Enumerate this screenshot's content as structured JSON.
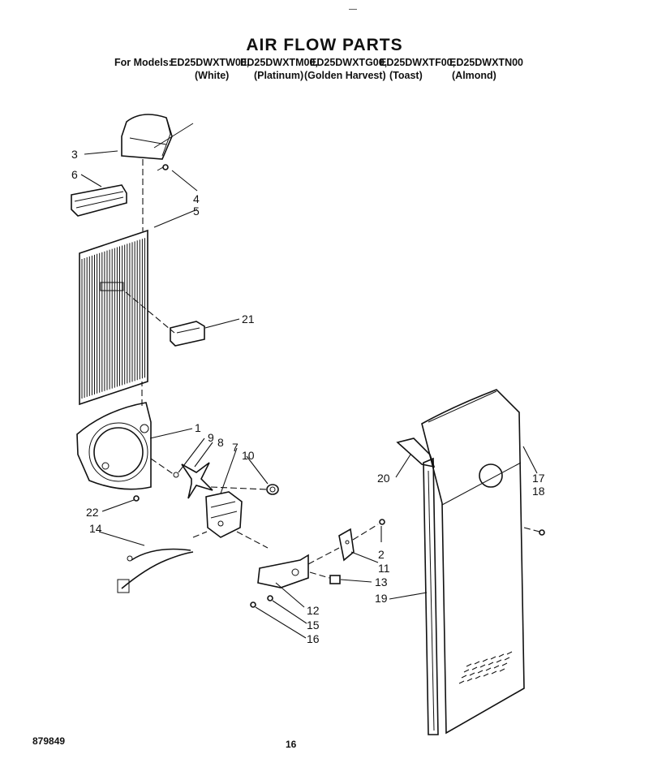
{
  "header": {
    "title": "AIR FLOW PARTS",
    "models_label": "For Models:",
    "models": [
      "ED25DWXTW00,",
      "ED25DWXTM00,",
      "ED25DWXTG00,",
      "ED25DWXTF00,",
      "ED25DWXTN00"
    ],
    "colors": [
      "(White)",
      "(Platinum)",
      "(Golden Harvest)",
      "(Toast)",
      "(Almond)"
    ]
  },
  "callouts": [
    "1",
    "2",
    "3",
    "4",
    "5",
    "6",
    "7",
    "8",
    "9",
    "10",
    "11",
    "12",
    "13",
    "14",
    "15",
    "16",
    "17",
    "18",
    "19",
    "20",
    "21",
    "22"
  ],
  "footer": {
    "doc_number": "879849",
    "page_number": "16",
    "top_mark": "—"
  }
}
